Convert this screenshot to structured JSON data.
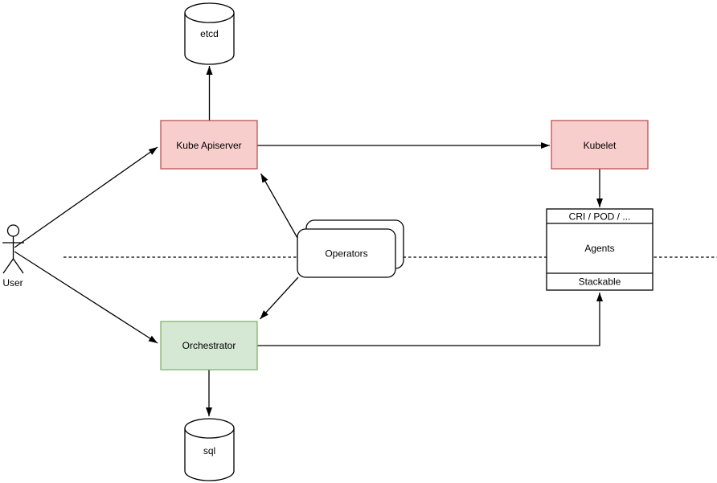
{
  "diagram": {
    "type": "architecture-flow-diagram",
    "background": "#ffffff",
    "colors": {
      "node_red_fill": "#f8cecc",
      "node_red_stroke": "#b85450",
      "node_green_fill": "#d5e8d4",
      "node_green_stroke": "#82b366",
      "node_white_fill": "#ffffff",
      "line": "#000000",
      "text": "#000000"
    },
    "actor": {
      "label": "User"
    },
    "nodes": {
      "etcd": {
        "label": "etcd",
        "shape": "database-cylinder"
      },
      "kube_apiserver": {
        "label": "Kube Apiserver",
        "shape": "rectangle",
        "color": "red"
      },
      "kubelet": {
        "label": "Kubelet",
        "shape": "rectangle",
        "color": "red"
      },
      "operators": {
        "label": "Operators",
        "shape": "stacked-rounded-rectangles"
      },
      "orchestrator": {
        "label": "Orchestrator",
        "shape": "rectangle",
        "color": "green"
      },
      "agent_node": {
        "shape": "sectioned-rectangle",
        "sections": [
          "CRI / POD / ...",
          "Agents",
          "Stackable"
        ]
      },
      "sql": {
        "label": "sql",
        "shape": "database-cylinder"
      }
    },
    "edges": [
      {
        "from": "user",
        "to": "kube-apiserver",
        "arrow": true,
        "style": "solid"
      },
      {
        "from": "user",
        "to": "orchestrator",
        "arrow": true,
        "style": "solid"
      },
      {
        "from": "kube-apiserver",
        "to": "etcd",
        "arrow": true,
        "style": "solid"
      },
      {
        "from": "kube-apiserver",
        "to": "kubelet",
        "arrow": true,
        "style": "solid"
      },
      {
        "from": "operators",
        "to": "kube-apiserver",
        "arrow": true,
        "style": "solid"
      },
      {
        "from": "operators",
        "to": "orchestrator",
        "arrow": true,
        "style": "solid"
      },
      {
        "from": "kubelet",
        "to": "agent-node",
        "arrow": true,
        "style": "solid"
      },
      {
        "from": "orchestrator",
        "to": "agent-node",
        "arrow": true,
        "style": "solid",
        "routing": "orthogonal"
      },
      {
        "from": "orchestrator",
        "to": "sql",
        "arrow": true,
        "style": "solid"
      }
    ],
    "separator": {
      "style": "dashed",
      "orientation": "horizontal"
    }
  }
}
